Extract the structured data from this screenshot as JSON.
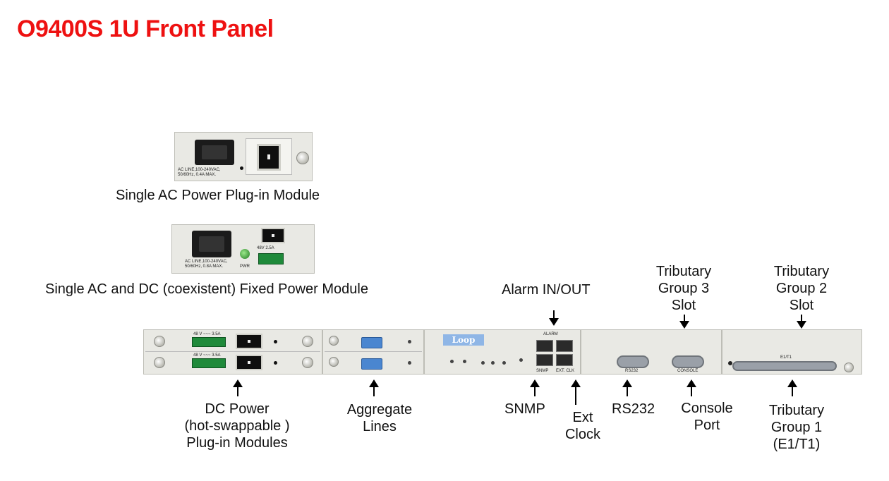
{
  "title": "O9400S 1U Front Panel",
  "modules": {
    "ac_plugin": {
      "caption": "Single AC Power Plug-in Module",
      "print_line1": "AC LINE,100-240VAC,",
      "print_line2": "50/60Hz, 0.4A MAX."
    },
    "ac_dc_fixed": {
      "caption": "Single AC and DC (coexistent) Fixed Power Module",
      "print_line1": "AC LINE,100-240VAC,",
      "print_line2": "50/60Hz, 0.8A MAX.",
      "pwr": "PWR",
      "dc_rating": "48V    2.5A"
    }
  },
  "chassis": {
    "dc_rating": "48 V ~~~ 3.5A",
    "logo": "Loop",
    "alarm_print": "ALARM",
    "snmp_print": "SNMP",
    "ext_clk_print": "EXT. CLK",
    "rs232_print": "RS232",
    "console_print": "CONSOLE",
    "e1t1_print": "E1/T1"
  },
  "labels": {
    "dc_power": [
      "DC Power",
      "(hot-swappable )",
      "Plug-in Modules"
    ],
    "aggregate": [
      "Aggregate",
      "Lines"
    ],
    "alarm": "Alarm IN/OUT",
    "snmp": "SNMP",
    "ext_clock": [
      "Ext",
      "Clock"
    ],
    "rs232": "RS232",
    "console": [
      "Console",
      "Port"
    ],
    "trib3": [
      "Tributary",
      "Group 3",
      "Slot"
    ],
    "trib2": [
      "Tributary",
      "Group 2",
      "Slot"
    ],
    "trib1": [
      "Tributary",
      "Group 1",
      "(E1/T1)"
    ]
  }
}
